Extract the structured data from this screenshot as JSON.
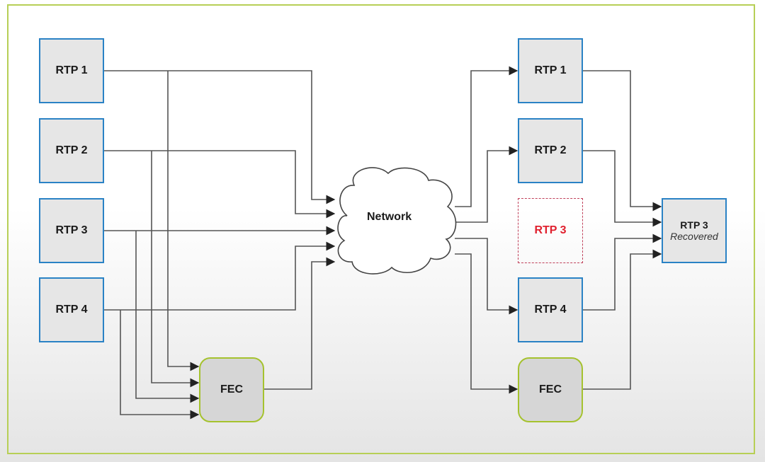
{
  "diagram": {
    "sender": {
      "streams": [
        {
          "label": "RTP 1"
        },
        {
          "label": "RTP 2"
        },
        {
          "label": "RTP 3"
        },
        {
          "label": "RTP 4"
        }
      ],
      "fec": {
        "label": "FEC"
      }
    },
    "network": {
      "label": "Network"
    },
    "receiver": {
      "streams": [
        {
          "label": "RTP 1",
          "status": "received"
        },
        {
          "label": "RTP 2",
          "status": "received"
        },
        {
          "label": "RTP 3",
          "status": "lost"
        },
        {
          "label": "RTP 4",
          "status": "received"
        }
      ],
      "fec": {
        "label": "FEC"
      },
      "recovered": {
        "label": "RTP 3",
        "sublabel": "Recovered"
      }
    },
    "colors": {
      "stream_border": "#2a82c5",
      "fec_border": "#a5c22e",
      "lost": "#e0202e",
      "frame": "#b7cf56"
    }
  }
}
